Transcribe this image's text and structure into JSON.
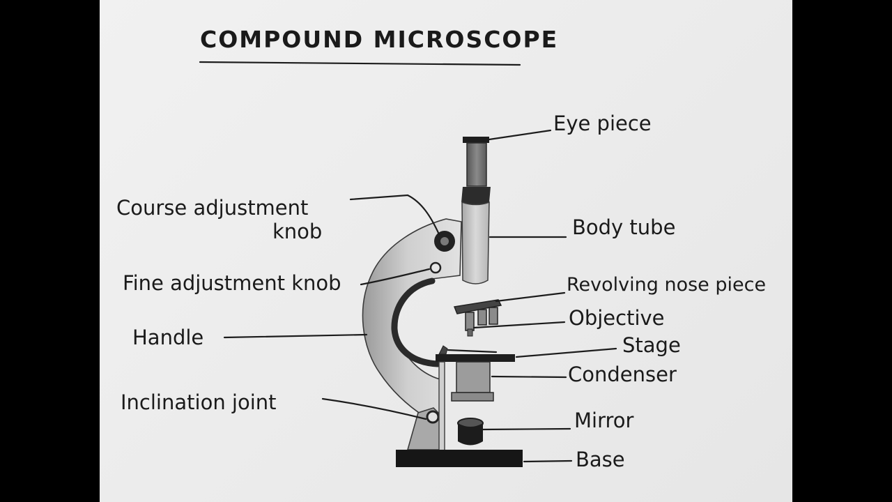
{
  "title": "COMPOUND MICROSCOPE",
  "labels": {
    "eye_piece": "Eye piece",
    "body_tube": "Body tube",
    "course_adjustment_line1": "Course adjustment",
    "course_adjustment_line2": "knob",
    "fine_adjustment": "Fine adjustment knob",
    "revolving_nose_piece": "Revolving nose piece",
    "objective": "Objective",
    "handle": "Handle",
    "stage": "Stage",
    "condenser": "Condenser",
    "inclination_joint": "Inclination joint",
    "mirror": "Mirror",
    "base": "Base"
  },
  "colors": {
    "paper": "#ececec",
    "ink": "#1a1a1a",
    "frame": "#000000"
  }
}
